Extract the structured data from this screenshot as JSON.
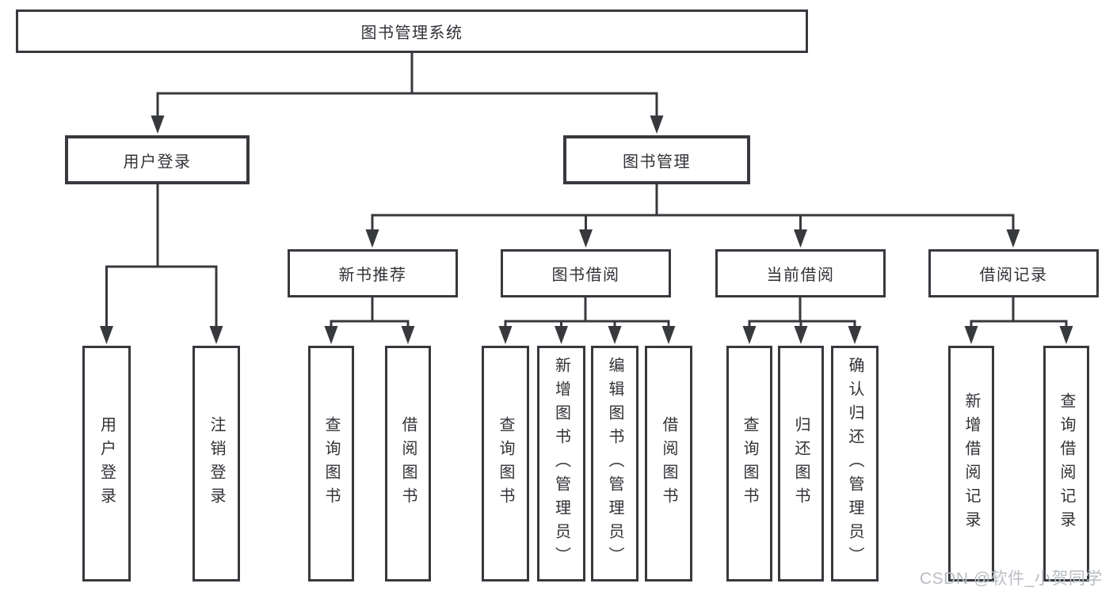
{
  "diagram": {
    "type": "tree",
    "title": "图书管理系统",
    "tree": {
      "label": "图书管理系统",
      "children": [
        {
          "label": "用户登录",
          "children": [
            {
              "label": "用户登录"
            },
            {
              "label": "注销登录"
            }
          ]
        },
        {
          "label": "图书管理",
          "children": [
            {
              "label": "新书推荐",
              "children": [
                {
                  "label": "查询图书"
                },
                {
                  "label": "借阅图书"
                }
              ]
            },
            {
              "label": "图书借阅",
              "children": [
                {
                  "label": "查询图书"
                },
                {
                  "label": "新增图书（管理员）"
                },
                {
                  "label": "编辑图书（管理员）"
                },
                {
                  "label": "借阅图书"
                }
              ]
            },
            {
              "label": "当前借阅",
              "children": [
                {
                  "label": "查询图书"
                },
                {
                  "label": "归还图书"
                },
                {
                  "label": "确认归还（管理员）"
                }
              ]
            },
            {
              "label": "借阅记录",
              "children": [
                {
                  "label": "新增借阅记录"
                },
                {
                  "label": "查询借阅记录"
                }
              ]
            }
          ]
        }
      ]
    },
    "colors": {
      "line": "#37393d",
      "text": "#303236",
      "box_background": "#ffffff"
    }
  },
  "watermark": {
    "text": "CSDN @软件_小贺同学",
    "color": "#b9bdc2"
  }
}
